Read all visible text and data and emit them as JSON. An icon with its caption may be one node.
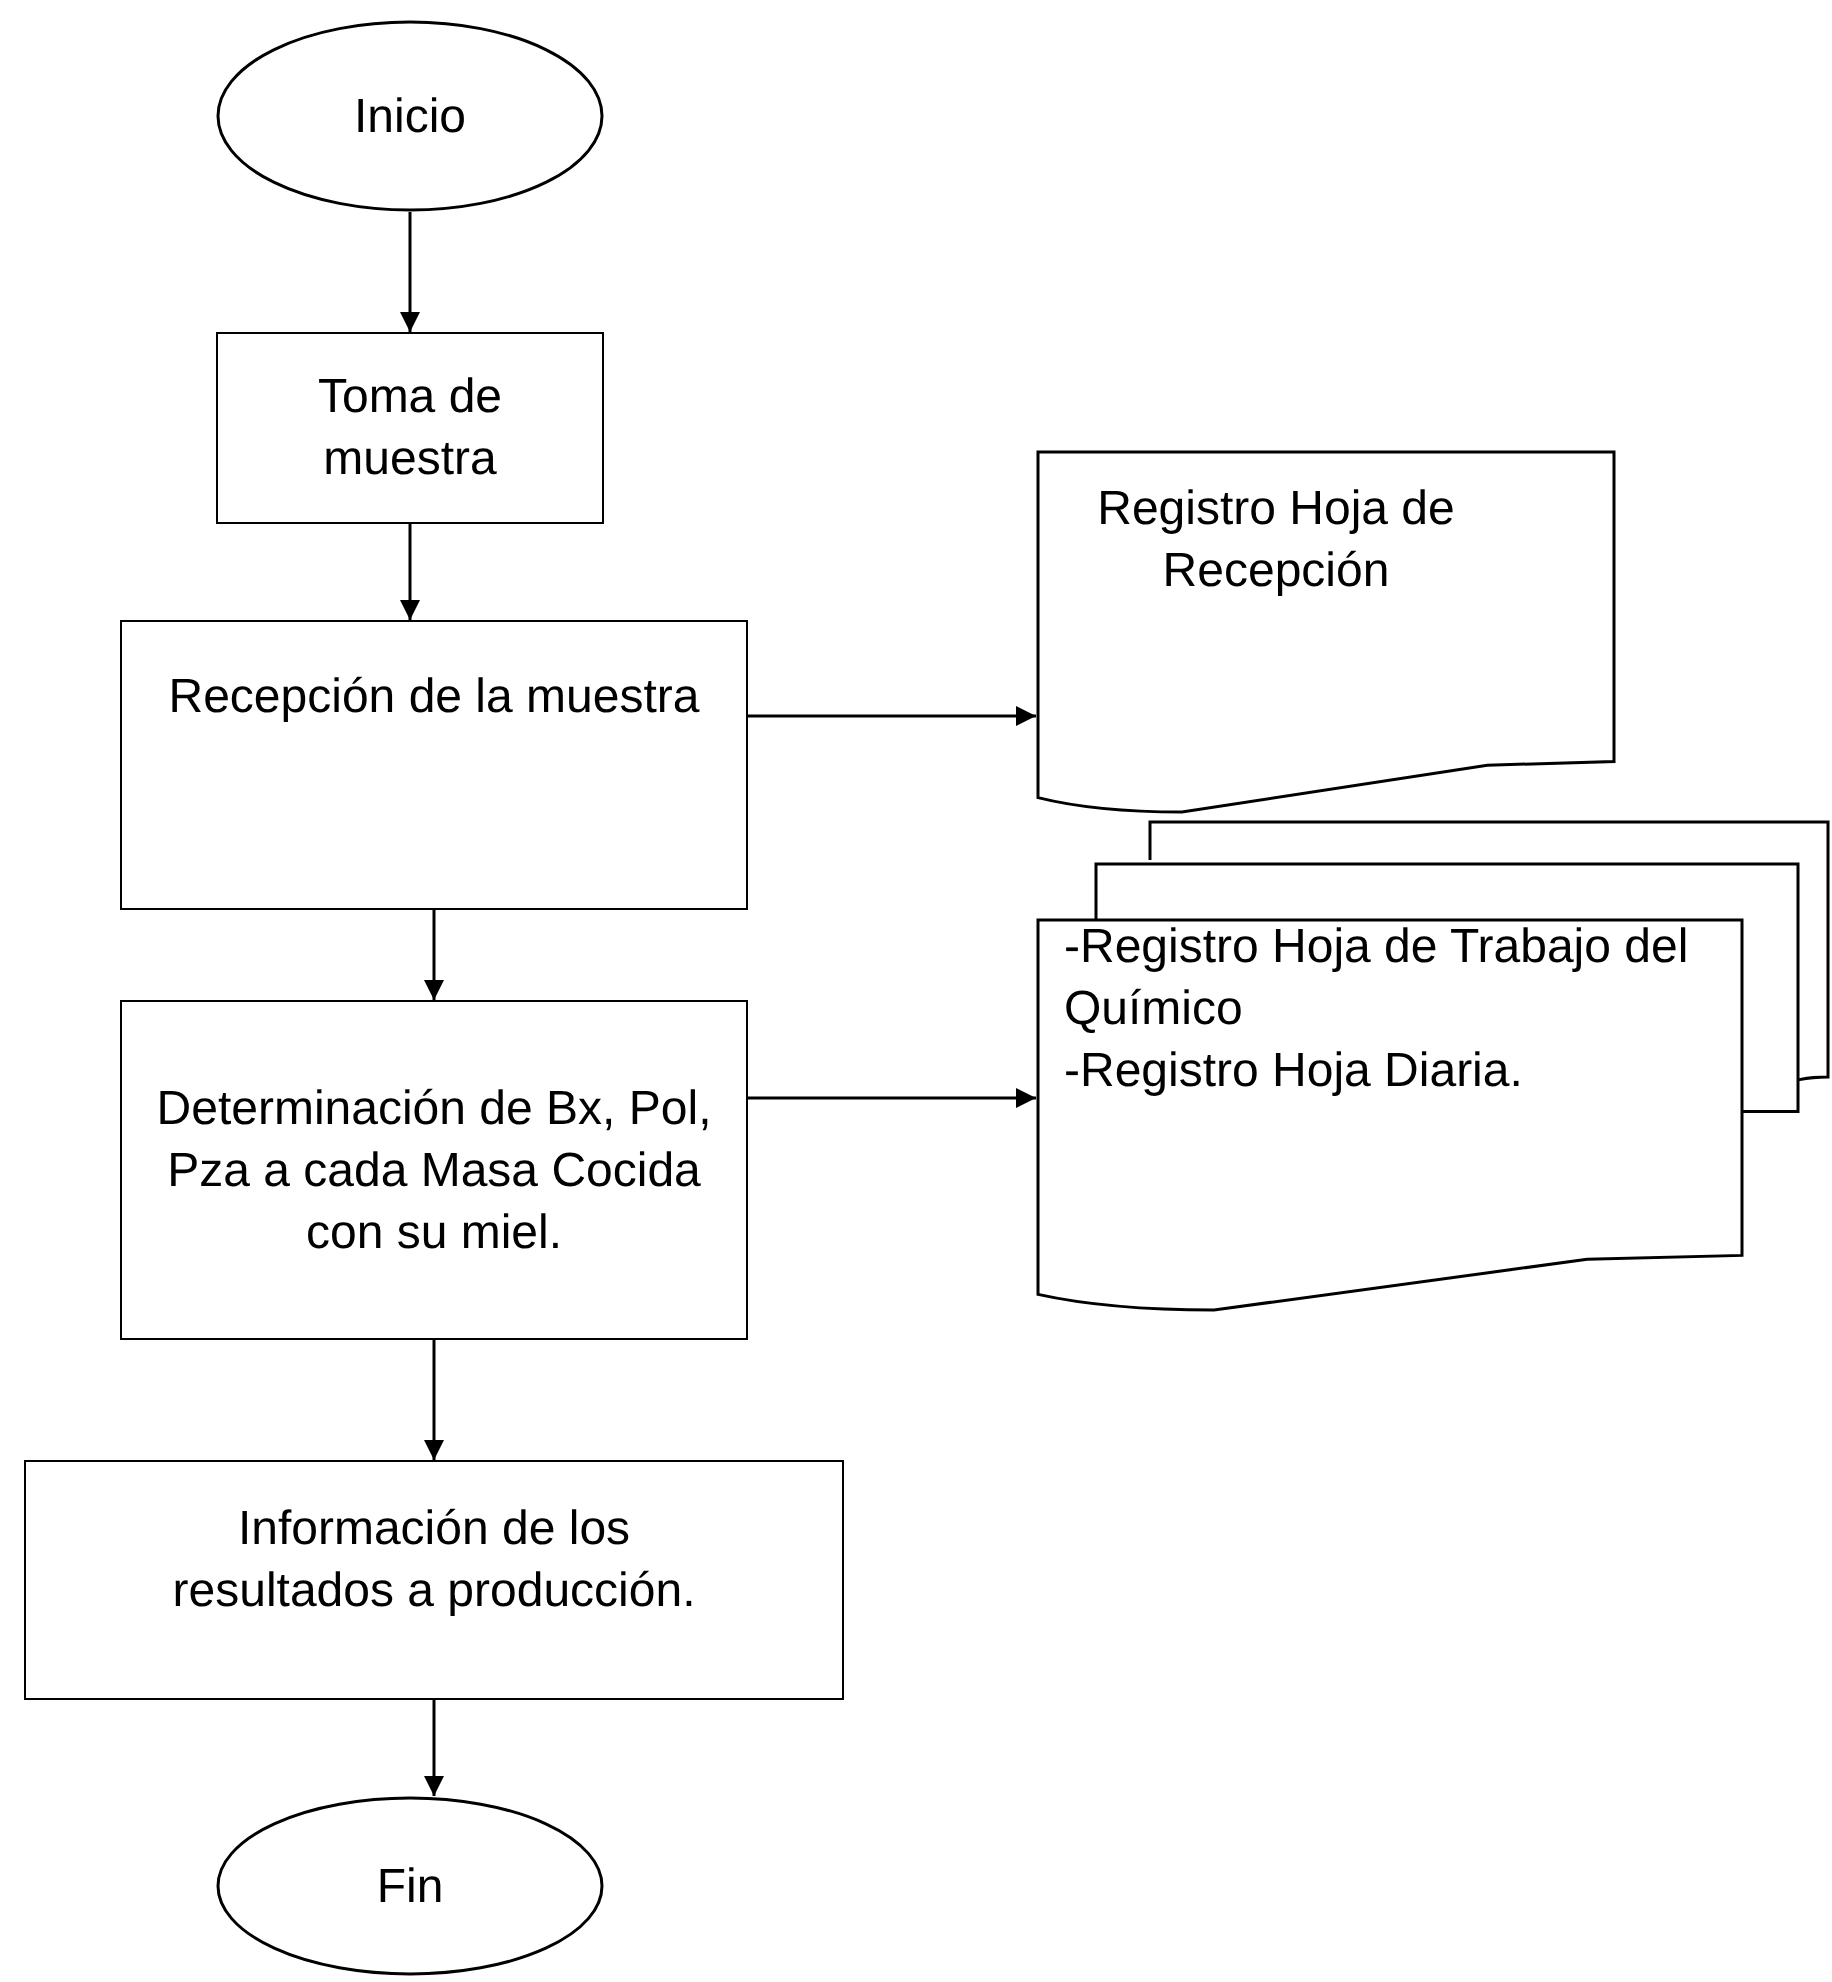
{
  "diagram": {
    "nodes": [
      {
        "text": [
          "Inicio"
        ]
      },
      {
        "text": [
          "Toma de muestra"
        ]
      },
      {
        "text": [
          "Recepción de la muestra"
        ]
      },
      {
        "text": [
          "Registro Hoja de Recepción"
        ]
      },
      {
        "text": [
          "Determinación de Bx, Pol, Pza a cada Masa Cocida con su miel."
        ]
      },
      {
        "text": [
          "-Registro Hoja de Trabajo del Químico",
          "-Registro Hoja Diaria."
        ]
      },
      {
        "text": [
          "Información de los resultados a producción."
        ]
      },
      {
        "text": [
          "Fin"
        ]
      }
    ],
    "edges": [
      {
        "from": 0,
        "to": 1,
        "arrow": "to"
      },
      {
        "from": 1,
        "to": 2,
        "arrow": "to"
      },
      {
        "from": 2,
        "to": 3,
        "arrow": "to"
      },
      {
        "from": 2,
        "to": 4,
        "arrow": "to"
      },
      {
        "from": 4,
        "to": 5,
        "arrow": "to"
      },
      {
        "from": 4,
        "to": 6,
        "arrow": "to"
      },
      {
        "from": 6,
        "to": 7,
        "arrow": "to"
      }
    ]
  }
}
